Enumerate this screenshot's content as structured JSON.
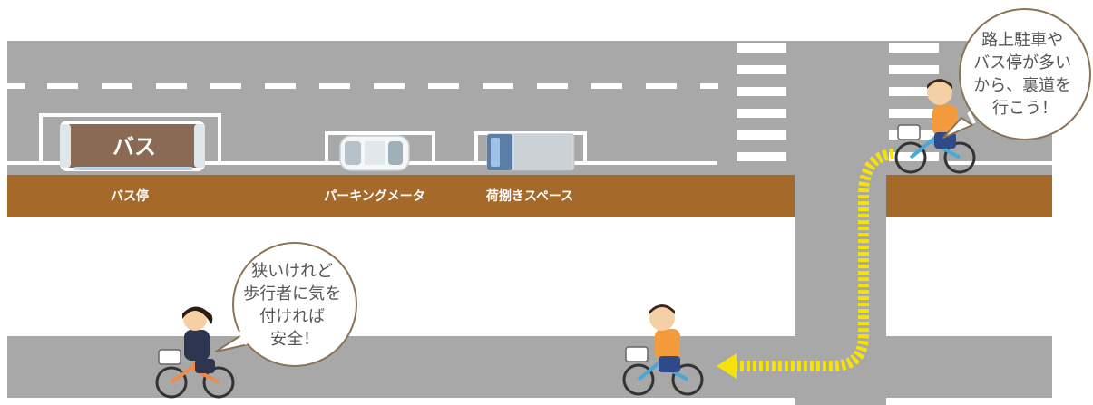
{
  "labels": {
    "bus": "バス",
    "bus_stop": "バス停",
    "parking_meter": "パーキングメータ",
    "loading_space": "荷捌きスペース"
  },
  "bubbles": {
    "top_right": {
      "lines": [
        "路上駐車や",
        "バス停が多い",
        "から、裏道を",
        "行こう！"
      ]
    },
    "bottom_left": {
      "lines": [
        "狭いけれど",
        "歩行者に気を",
        "付ければ",
        "安全！"
      ]
    }
  },
  "colors": {
    "road": "#a8a8a8",
    "sidewalk": "#a56a2a",
    "crosswalk": "#ffffff",
    "route_arrow": "#f5e20a",
    "bubble_border": "#8b7355",
    "bus_body": "#8a6a52"
  }
}
